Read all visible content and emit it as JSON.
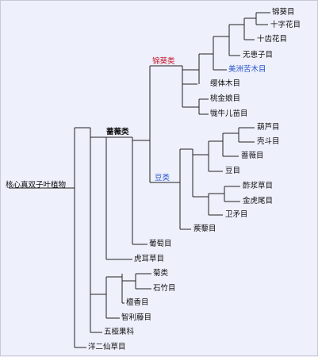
{
  "tree": {
    "root": "核心真双子叶植物",
    "superrosids": "蔷薇类",
    "malvids": "锦葵类",
    "fabids": "豆类",
    "leaves": {
      "malvales": "锦葵目",
      "brassicales": "十字花目",
      "sapindales": "十齿花目",
      "huerteales": "无患子目",
      "crossosomatales": "美洲苦木目",
      "myrtales": "缨体木目",
      "geraniales": "桃金娘目",
      "geraniales2": "牻牛儿苗目",
      "cucurbitales": "葫芦目",
      "fagales": "壳斗目",
      "rosales": "蔷薇目",
      "fabales": "豆目",
      "celastrales": "酢浆草目",
      "malpighiales": "金虎尾目",
      "oxalidales": "卫矛目",
      "zygophyllales": "蒺藜目",
      "vitales": "葡萄目",
      "saxifragales": "虎耳草目",
      "asterids": "菊类",
      "caryophyllales": "石竹目",
      "santalales": "檀香目",
      "berberidopsidales": "智利藤目",
      "dilleniales": "五桠果科",
      "gunnerales": "洋二仙草目"
    }
  },
  "colors": {
    "line": "#222222",
    "malvids": "#c0152a",
    "fabids": "#2a55c8",
    "highlight": "#2a55c8"
  }
}
